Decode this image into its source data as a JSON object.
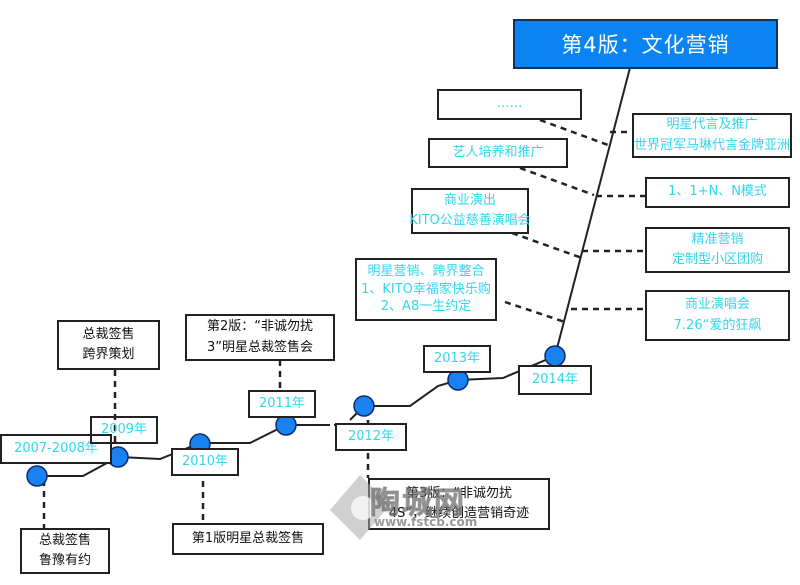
{
  "title": "第4版：文化营销",
  "colors": {
    "title_bg": "#0a84f2",
    "accent_text": "#33d6ee",
    "node": "#1a82f0",
    "line": "#222222"
  },
  "years": {
    "y2007": "2007-2008年",
    "y2009": "2009年",
    "y2010": "2010年",
    "y2011": "2011年",
    "y2012": "2012年",
    "y2013": "2013年",
    "y2014": "2014年"
  },
  "events": {
    "e2007": {
      "line1": "总裁签售",
      "line2": "鲁豫有约"
    },
    "e2009": {
      "line1": "总裁签售",
      "line2": "跨界策划"
    },
    "e2010": {
      "line1": "第1版明星总裁签售"
    },
    "e2011": {
      "line1": "第2版：“非诚勿扰",
      "line2": "3”明星总裁签售会"
    },
    "e2012": {
      "line1": "第3版：“非诚勿扰",
      "line2": "4S”，继续创造营销奇迹"
    }
  },
  "branches_left": [
    {
      "line1": "……"
    },
    {
      "line1": "艺人培养和推广"
    },
    {
      "line1": "商业演出",
      "line2": "KITO公益慈善演唱会"
    },
    {
      "line1": "明星营销、跨界整合",
      "line2": "1、KITO幸福家快乐购",
      "line3": "2、A8一生约定"
    }
  ],
  "branches_right": [
    {
      "line1": "明星代言及推广",
      "line2": "世界冠军马琳代言金牌亚洲"
    },
    {
      "line1": "1、1+N、N模式"
    },
    {
      "line1": "精准营销",
      "line2": "定制型小区团购"
    },
    {
      "line1": "商业演唱会",
      "line2": "7.26“爱的狂飙"
    }
  ],
  "watermark": {
    "text": "陶城网",
    "url": "www.fstcb.com"
  }
}
